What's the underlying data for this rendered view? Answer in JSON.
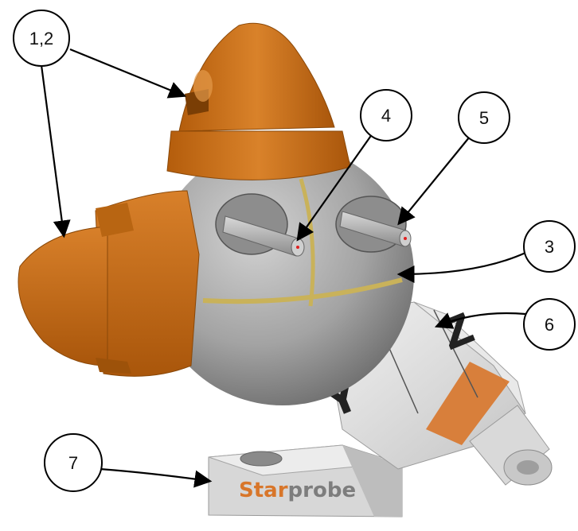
{
  "callouts": [
    {
      "id": "c12",
      "label": "1,2"
    },
    {
      "id": "c4",
      "label": "4"
    },
    {
      "id": "c5",
      "label": "5"
    },
    {
      "id": "c3",
      "label": "3"
    },
    {
      "id": "c6",
      "label": "6"
    },
    {
      "id": "c7",
      "label": "7"
    }
  ],
  "branding": {
    "part1": "Star",
    "part2": "probe"
  },
  "axis_labels": {
    "y": "Y",
    "z": "Z"
  },
  "colors": {
    "orange": "#c46a10",
    "sphere_gray": "#9b9b9b",
    "light_gray": "#dcdcdc",
    "brass": "#c9b25a",
    "brand_orange": "#d8762a",
    "brand_gray": "#7d7d7d"
  }
}
